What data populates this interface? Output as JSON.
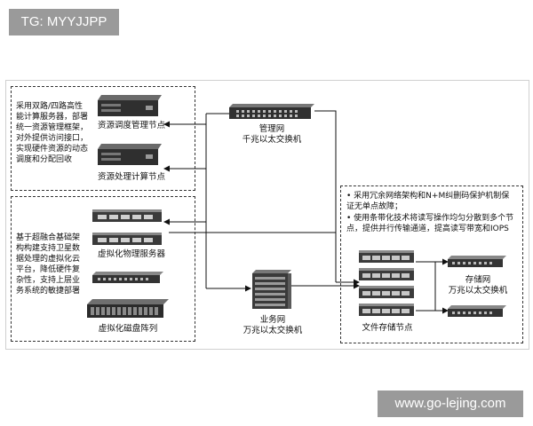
{
  "watermarks": {
    "top_left": "TG: MYYJJPP",
    "bottom_right": "www.go-lejing.com"
  },
  "compute_zone": {
    "description": "采用双路/四路高性能计算服务器，部署统一资源管理框架，对外提供访问接口，实现硬件资源的动态调度和分配回收",
    "scheduler_label": "资源调度管理节点",
    "compute_label": "资源处理计算节点"
  },
  "mgmt_switch": {
    "line1": "管理网",
    "line2": "千兆以太交换机"
  },
  "virtual_zone": {
    "description": "基于超融合基础架构构建支持卫星数据处理的虚拟化云平台，降低硬件复杂性，支持上层业务系统的敏捷部署",
    "server_label": "虚拟化物理服务器",
    "array_label": "虚拟化磁盘阵列"
  },
  "business_switch": {
    "line1": "业务网",
    "line2": "万兆以太交换机"
  },
  "storage_zone": {
    "bullet1": "• 采用冗余网络架构和N+M纠删码保护机制保证无单点故障；",
    "bullet2": "• 使用条带化技术将读写操作均匀分散到多个节点，提供并行传输通道，提高读写带宽和IOPS",
    "switch_line1": "存储网",
    "switch_line2": "万兆以太交换机",
    "node_label": "文件存储节点"
  }
}
